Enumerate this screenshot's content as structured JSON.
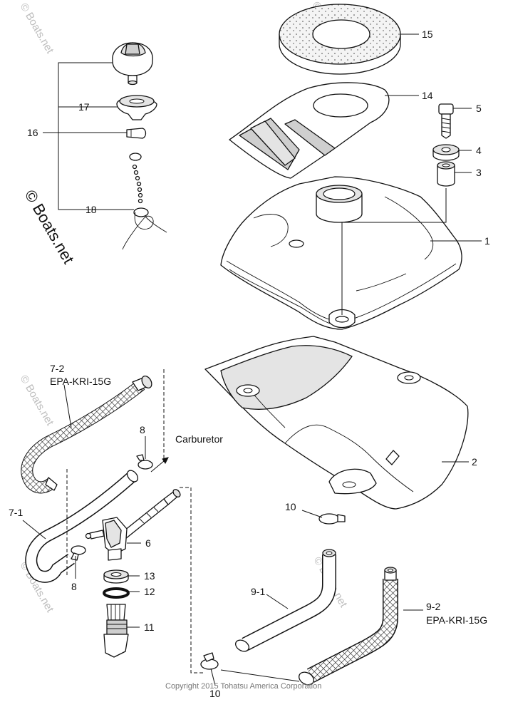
{
  "watermark": {
    "main": "© Boats.net",
    "repeat": "© Boats.net"
  },
  "copyright": "Copyright 2015 Tohatsu America Corporation",
  "callouts": {
    "c1": "1",
    "c2": "2",
    "c3": "3",
    "c4": "4",
    "c5": "5",
    "c6": "6",
    "c7_1": "7-1",
    "c7_2": "7-2",
    "c7_2_spec": "EPA-KRI-15G",
    "c8a": "8",
    "c8b": "8",
    "c9_1": "9-1",
    "c9_2": "9-2",
    "c9_2_spec": "EPA-KRI-15G",
    "c10a": "10",
    "c10b": "10",
    "c11": "11",
    "c12": "12",
    "c13": "13",
    "c14": "14",
    "c15": "15",
    "c16": "16",
    "c17": "17",
    "c18": "18",
    "carburetor": "Carburetor"
  }
}
